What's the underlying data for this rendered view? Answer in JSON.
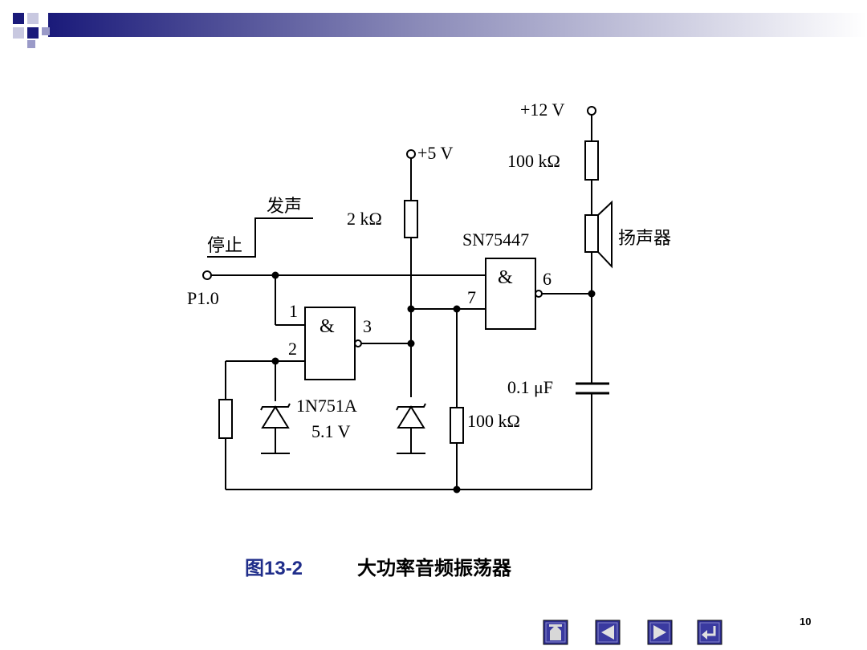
{
  "slide": {
    "page_number": "10",
    "caption": {
      "label": "图13-2",
      "title": "大功率音频振荡器"
    }
  },
  "colors": {
    "banner_start": "#1a1a7a",
    "banner_end": "#ffffff",
    "caption_blue": "#1f2d8a",
    "nav_button": "#2a2a8a"
  },
  "circuit": {
    "supply_5v": "+5 V",
    "supply_12v": "+12 V",
    "r_2k": "2 kΩ",
    "r_100k_top": "100 kΩ",
    "r_100k_bottom": "100 kΩ",
    "c_01uf": "0.1 μF",
    "zener_part": "1N751A",
    "zener_voltage": "5.1 V",
    "driver_ic": "SN75447",
    "gate_symbol_1": "&",
    "gate_symbol_2": "&",
    "pin_1": "1",
    "pin_2": "2",
    "pin_3": "3",
    "pin_6": "6",
    "pin_7": "7",
    "port": "P1.0",
    "switch_on": "发声",
    "switch_off": "停止",
    "speaker": "扬声器"
  },
  "nav_buttons": [
    "home-icon",
    "previous-icon",
    "next-icon",
    "return-icon"
  ]
}
